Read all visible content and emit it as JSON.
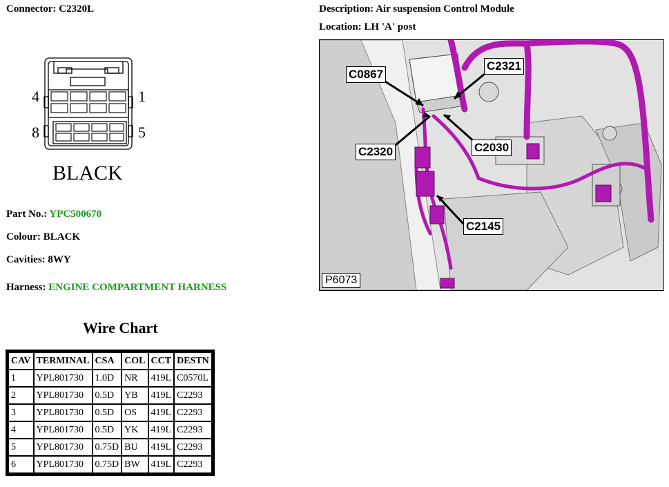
{
  "connector": {
    "label": "Connector:",
    "value": "C2320L"
  },
  "description": {
    "label": "Description:",
    "value": "Air suspension Control Module"
  },
  "location": {
    "label": "Location:",
    "value": "LH 'A' post"
  },
  "diagram": {
    "pin_top_left": "4",
    "pin_top_right": "1",
    "pin_bottom_left": "8",
    "pin_bottom_right": "5",
    "colour_text": "BLACK"
  },
  "part_no": {
    "label": "Part No.:",
    "value": "YPC500670"
  },
  "colour": {
    "label": "Colour:",
    "value": "BLACK"
  },
  "cavities": {
    "label": "Cavities:",
    "value": "8WY"
  },
  "harness": {
    "label": "Harness:",
    "value": "ENGINE COMPARTMENT HARNESS"
  },
  "colors": {
    "green_value": "#1a9a1a",
    "magenta_harness": "#b01ab0"
  },
  "wire_chart": {
    "title": "Wire Chart",
    "headers": [
      "CAV",
      "TERMINAL",
      "CSA",
      "COL",
      "CCT",
      "DESTN"
    ],
    "rows": [
      [
        "1",
        "YPL801730",
        "1.0D",
        "NR",
        "419L",
        "C0570L"
      ],
      [
        "2",
        "YPL801730",
        "0.5D",
        "YB",
        "419L",
        "C2293"
      ],
      [
        "3",
        "YPL801730",
        "0.5D",
        "OS",
        "419L",
        "C2293"
      ],
      [
        "4",
        "YPL801730",
        "0.5D",
        "YK",
        "419L",
        "C2293"
      ],
      [
        "5",
        "YPL801730",
        "0.75D",
        "BU",
        "419L",
        "C2293"
      ],
      [
        "6",
        "YPL801730",
        "0.75D",
        "BW",
        "419L",
        "C2293"
      ]
    ]
  },
  "photo": {
    "callouts": [
      "C0867",
      "C2321",
      "C2320",
      "C2030",
      "C2145"
    ],
    "reference": "P6073"
  }
}
